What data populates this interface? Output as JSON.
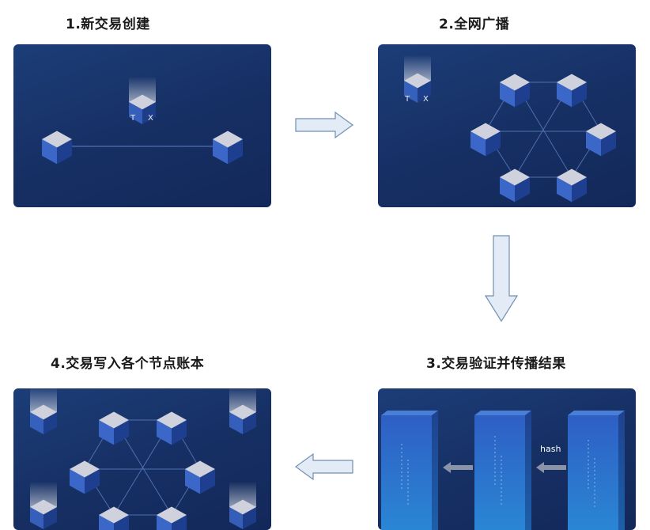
{
  "steps": [
    {
      "title": "1.新交易创建"
    },
    {
      "title": "2.全网广播"
    },
    {
      "title": "3.交易验证并传播结果"
    },
    {
      "title": "4.交易写入各个节点账本"
    }
  ],
  "tx_label_t": "T",
  "tx_label_x": "X",
  "hash_label": "hash",
  "colors": {
    "panel_bg": "#1b3a75",
    "cube_top": "#cfd2dc",
    "cube_left": "#3b67c9",
    "cube_right": "#1e3f8f",
    "arrow_fill": "#e3ecf6",
    "arrow_stroke": "#6f8fb0"
  }
}
